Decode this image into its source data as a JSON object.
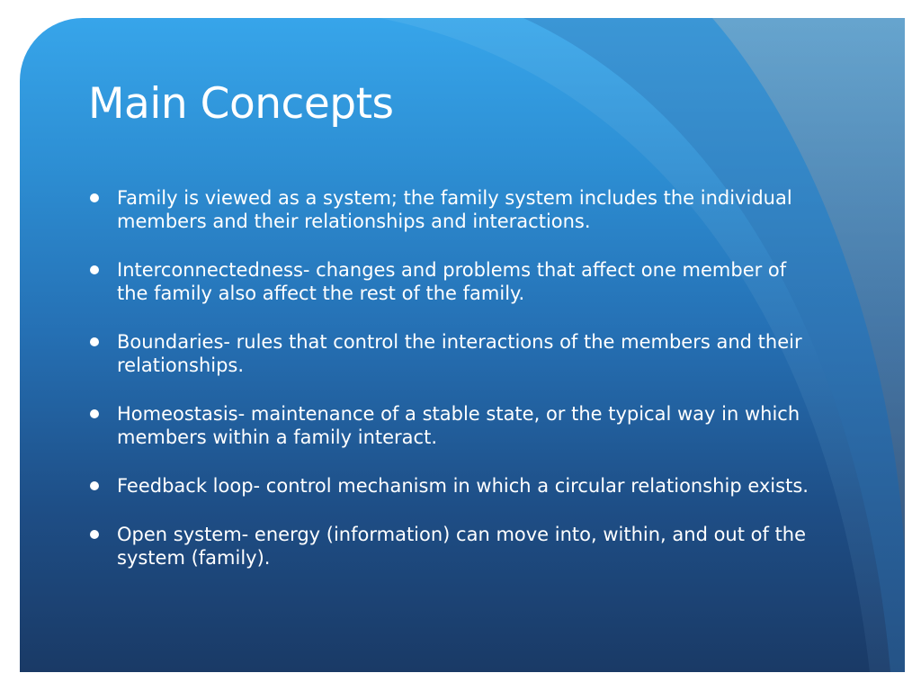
{
  "slide": {
    "title": "Main Concepts",
    "bullets": [
      "Family is viewed as a system; the family system includes the individual members and their relationships and interactions.",
      "Interconnectedness- changes and problems that affect one member of the family also affect the rest of the family.",
      "Boundaries- rules that control the interactions of the members and their relationships.",
      "Homeostasis- maintenance of a stable state, or the typical way in which members within a family interact.",
      "Feedback loop- control mechanism in which a circular relationship exists.",
      "Open system- energy (information) can move into, within, and out of the system (family)."
    ]
  },
  "colors": {
    "background_top": "#37a5ea",
    "background_bottom": "#1a3a66",
    "text": "#ffffff"
  }
}
